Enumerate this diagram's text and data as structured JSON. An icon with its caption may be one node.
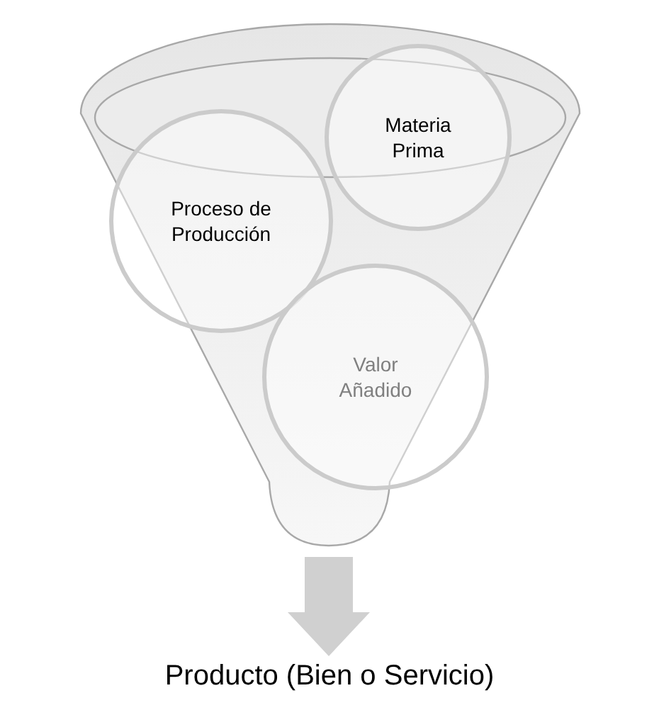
{
  "diagram": {
    "nodes": [
      {
        "text": [],
        "shape": "funnel"
      },
      {
        "text": [
          "Proceso de Producción"
        ],
        "in": 0
      },
      {
        "text": [
          "Materia Prima"
        ],
        "in": 0
      },
      {
        "text": [
          "Valor Añadido"
        ],
        "in": 0
      },
      {
        "text": [
          "Producto (Bien o Servicio)"
        ]
      }
    ],
    "edges": [
      {
        "from": 0,
        "to": 4,
        "arrow": "to"
      }
    ]
  }
}
